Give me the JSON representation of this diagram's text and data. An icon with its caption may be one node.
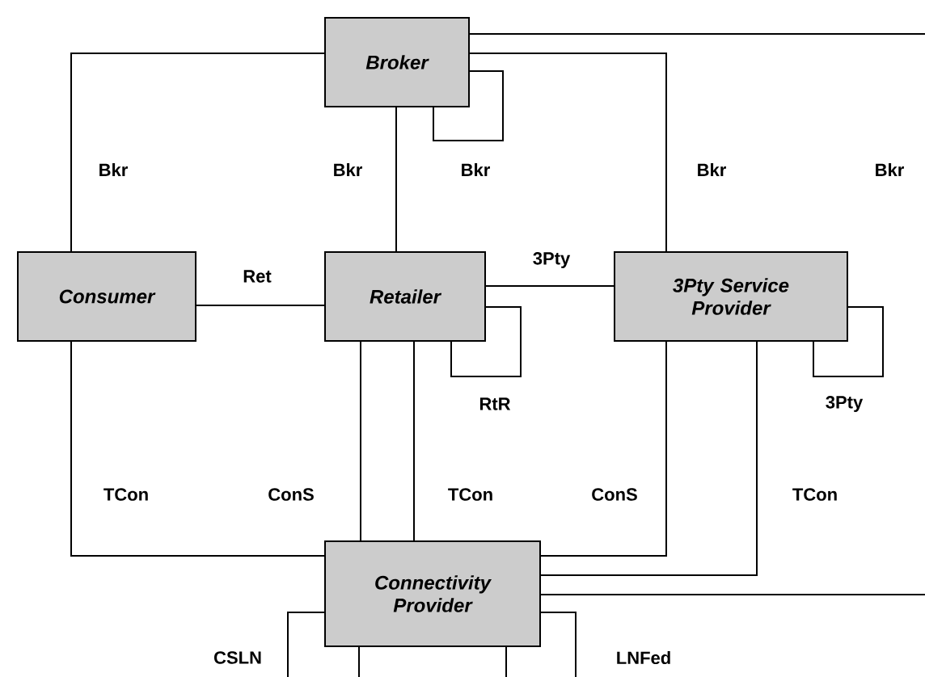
{
  "diagram": {
    "nodes": [
      {
        "text": [
          "Broker"
        ]
      },
      {
        "text": [
          "Consumer"
        ]
      },
      {
        "text": [
          "Retailer"
        ]
      },
      {
        "text": [
          "3Pty Service Provider"
        ]
      },
      {
        "text": [
          "Connectivity Provider"
        ]
      }
    ],
    "edges": [
      {
        "from": 0,
        "to": 1,
        "arrow": "none",
        "label": "Bkr"
      },
      {
        "from": 0,
        "to": 2,
        "arrow": "none",
        "label": "Bkr"
      },
      {
        "from": 0,
        "to": 0,
        "arrow": "none",
        "label": "Bkr"
      },
      {
        "from": 0,
        "to": 3,
        "arrow": "none",
        "label": "Bkr"
      },
      {
        "from": 0,
        "to": null,
        "arrow": "none"
      },
      {
        "from": 1,
        "to": 2,
        "arrow": "none",
        "label": "Ret"
      },
      {
        "from": 2,
        "to": 3,
        "arrow": "none",
        "label": "3Pty"
      },
      {
        "from": 2,
        "to": 2,
        "arrow": "none",
        "label": "RtR"
      },
      {
        "from": 3,
        "to": 3,
        "arrow": "none",
        "label": "3Pty"
      },
      {
        "from": 1,
        "to": 4,
        "arrow": "none",
        "label": "TCon"
      },
      {
        "from": 2,
        "to": 4,
        "arrow": "none",
        "label": "ConS"
      },
      {
        "from": 2,
        "to": 4,
        "arrow": "none",
        "label": "TCon"
      },
      {
        "from": 3,
        "to": 4,
        "arrow": "none",
        "label": "ConS"
      },
      {
        "from": 3,
        "to": 4,
        "arrow": "none",
        "label": "TCon"
      },
      {
        "from": 4,
        "to": null,
        "arrow": "none"
      },
      {
        "from": 4,
        "to": null,
        "arrow": "none",
        "label": "CSLN"
      },
      {
        "from": 4,
        "to": null,
        "arrow": "none"
      },
      {
        "from": 4,
        "to": null,
        "arrow": "none"
      },
      {
        "from": 4,
        "to": null,
        "arrow": "none",
        "label": "LNFed"
      }
    ],
    "labels": [
      "Bkr"
    ]
  }
}
